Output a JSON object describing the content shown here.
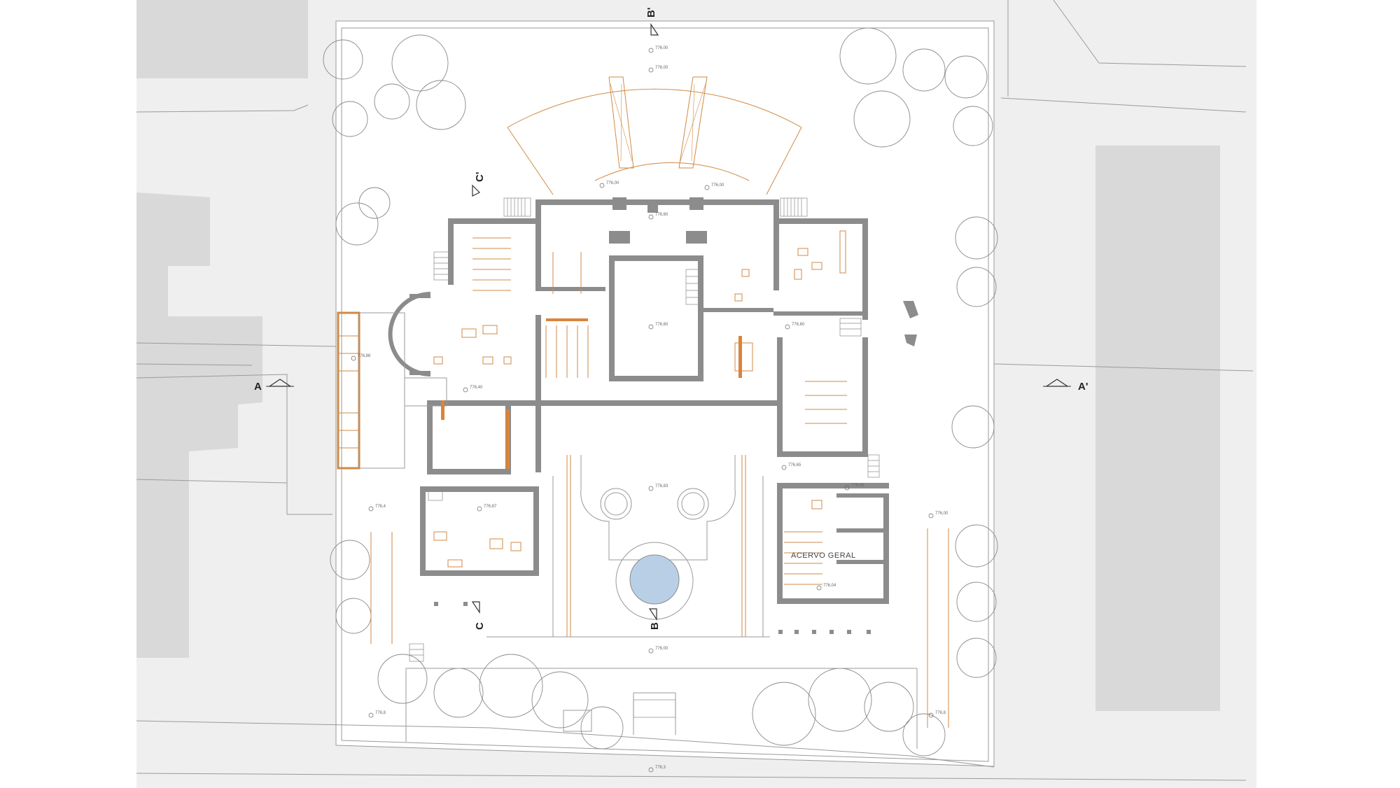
{
  "section_markers": {
    "a": "A",
    "a_prime": "A'",
    "b": "B",
    "b_prime": "B'",
    "c": "C",
    "c_prime": "C'"
  },
  "room_labels": {
    "acervo_geral": "ACERVO GERAL"
  },
  "level_marks": [
    "776,00",
    "776,00",
    "776,00",
    "776,00",
    "776,60",
    "776,60",
    "776,60",
    "776,86",
    "776,40",
    "776,83",
    "776,87",
    "776,65",
    "776,00",
    "776,00",
    "776,04",
    "776,4",
    "776,00",
    "776,8",
    "776,3",
    "776,8"
  ],
  "colors": {
    "wall": "#8c8c8c",
    "furniture": "#d08a45",
    "pool": "#b9cfe6",
    "neighbor_building": "#d9d9d9",
    "street": "#ececec"
  }
}
